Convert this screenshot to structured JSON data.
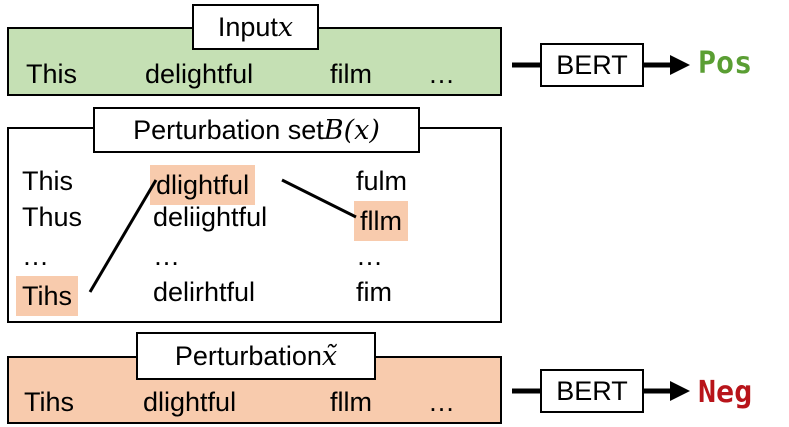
{
  "input": {
    "title_text": "Input ",
    "title_math": "x",
    "words": [
      "This",
      "delightful",
      "film",
      "…"
    ]
  },
  "perturbation_set": {
    "title_text": "Perturbation set ",
    "title_math": "B(x)",
    "columns": [
      [
        "This",
        "Thus",
        "…",
        "Tihs"
      ],
      [
        "dlightful",
        "deliightful",
        "…",
        "delirhtful"
      ],
      [
        "fulm",
        "fllm",
        "…",
        "fim"
      ]
    ]
  },
  "perturbation": {
    "title_text": "Perturbation ",
    "title_math": "x̃",
    "words": [
      "Tihs",
      "dlightful",
      "fllm",
      "…"
    ]
  },
  "model_top": {
    "label": "BERT",
    "output": "Pos"
  },
  "model_bottom": {
    "label": "BERT",
    "output": "Neg"
  },
  "colors": {
    "input_band": "#c5e0b4",
    "perturbation_band": "#f8cbad",
    "highlight": "#f8cbad",
    "positive": "#5a9e33",
    "negative": "#b8141a"
  }
}
